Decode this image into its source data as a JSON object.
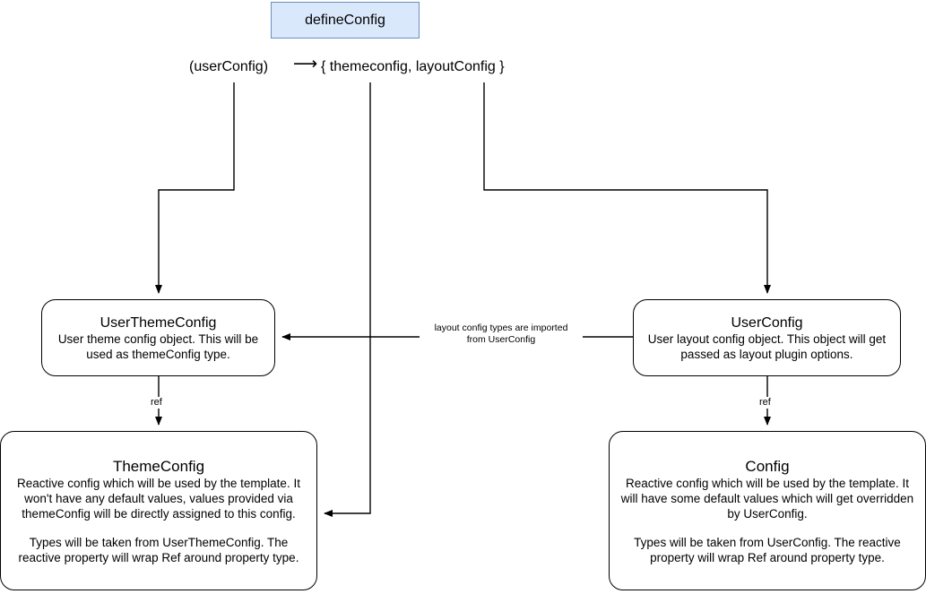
{
  "diagram": {
    "title_node": {
      "label": "defineConfig"
    },
    "signature": {
      "params": "(userConfig)",
      "arrow": "⟶",
      "returns": "{ themeconfig, layoutConfig }"
    },
    "nodes": [
      {
        "id": "user-theme-config",
        "title": "UserThemeConfig",
        "description": "User theme config object. This will be used as themeConfig type."
      },
      {
        "id": "user-config",
        "title": "UserConfig",
        "description": "User layout config object. This object will get passed as layout plugin options."
      },
      {
        "id": "theme-config",
        "title": "ThemeConfig",
        "paragraph_1": "Reactive config which will be used by the template. It won't have any default values, values provided via themeConfig will be directly assigned to this config.",
        "paragraph_2": "Types will be taken from UserThemeConfig. The reactive property will wrap Ref around property type."
      },
      {
        "id": "config",
        "title": "Config",
        "paragraph_1": "Reactive config which will be used by the template. It will have some default values which will get overridden by UserConfig.",
        "paragraph_2": "Types will be taken from UserConfig. The reactive property will wrap Ref around property type."
      }
    ],
    "edge_labels": {
      "imported_from_user_config": "layout config types are imported\nfrom UserConfig",
      "ref_left": "ref",
      "ref_right": "ref"
    },
    "colors": {
      "accent_fill": "#dae8fc",
      "accent_stroke": "#6c8ebf",
      "edge_stroke": "#000000",
      "background": "#ffffff"
    }
  }
}
